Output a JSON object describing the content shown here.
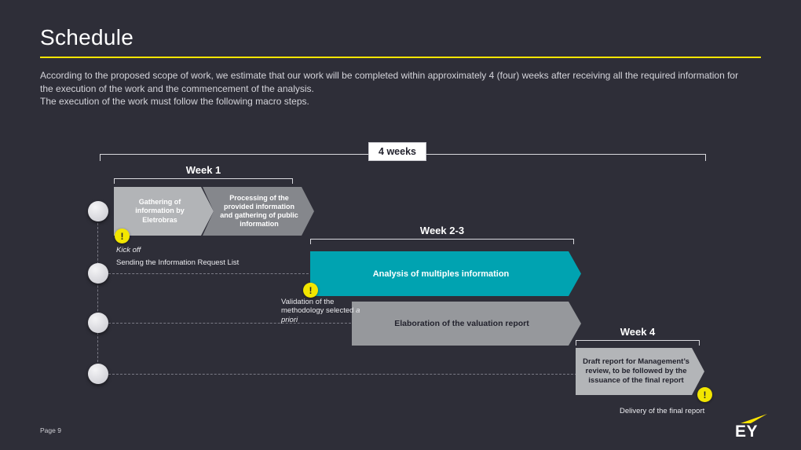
{
  "colors": {
    "background": "#2e2e38",
    "accent_yellow": "#ffe600",
    "teal": "#00a3b1",
    "arrow_light_gray": "#b2b4b7",
    "arrow_mid_gray": "#85878c"
  },
  "header": {
    "title": "Schedule",
    "paragraph1": "According to the proposed scope of work, we estimate that our work will be completed within approximately 4 (four) weeks after receiving all the required information for the execution of the work and the commencement of the analysis.",
    "paragraph2": "The execution of the work must follow the following macro steps."
  },
  "timeline": {
    "overall_bracket_label": "4 weeks",
    "weeks": [
      {
        "label": "Week 1"
      },
      {
        "label": "Week 2-3"
      },
      {
        "label": "Week 4"
      }
    ],
    "arrows": [
      {
        "label": "Gathering of information by Eletrobras",
        "color": "#b2b4b7"
      },
      {
        "label": "Processing of the provided information and gathering of public information",
        "color": "#85878c"
      },
      {
        "label": "Analysis of multiples information",
        "color": "#00a3b1"
      },
      {
        "label": "Elaboration of the valuation report",
        "color": "#96989c"
      },
      {
        "label": "Draft report for Management’s review, to be followed by the issuance of the final report",
        "color": "#b3b5b8"
      }
    ],
    "exclamation_glyph": "!",
    "annotations": {
      "kickoff": "Kick off",
      "sending": "Sending the Information Request List",
      "validation_plain": "Validation of the methodology selected ",
      "validation_italic": "a priori",
      "delivery": "Delivery of the final report"
    }
  },
  "footer": {
    "page_label": "Page 9",
    "logo_text": "EY"
  }
}
